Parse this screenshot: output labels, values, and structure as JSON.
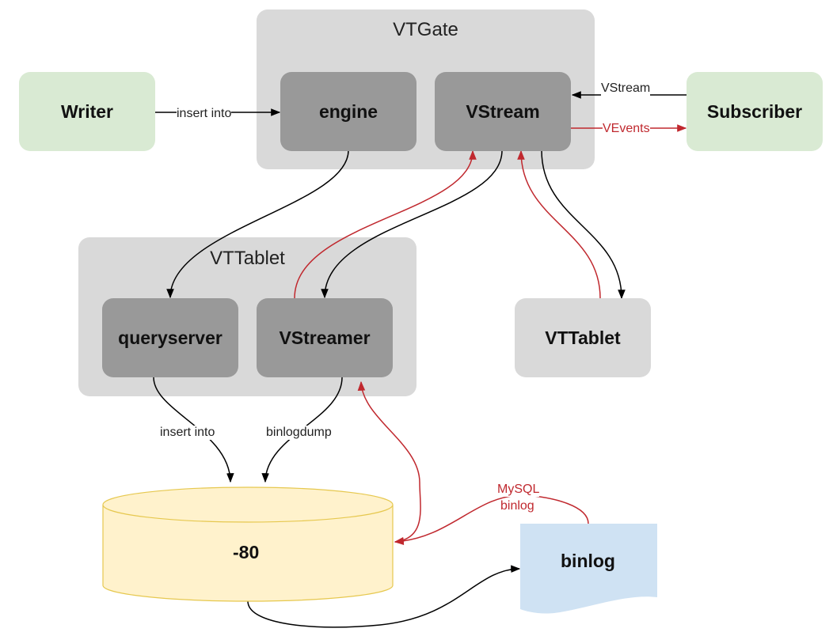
{
  "groups": {
    "vtgate": {
      "title": "VTGate"
    },
    "vttablet_group": {
      "title": "VTTablet"
    }
  },
  "nodes": {
    "writer": "Writer",
    "engine": "engine",
    "vstream": "VStream",
    "subscriber": "Subscriber",
    "queryserver": "queryserver",
    "vstreamer": "VStreamer",
    "vttablet_standalone": "VTTablet",
    "shard": "-80",
    "binlog": "binlog"
  },
  "edges": {
    "writer_to_engine": "insert into",
    "subscriber_to_vstream": "VStream",
    "vstream_to_subscriber": "VEvents",
    "queryserver_to_shard": "insert into",
    "vstreamer_to_shard": "binlogdump",
    "binlog_to_shard_line1": "MySQL",
    "binlog_to_shard_line2": "binlog"
  },
  "colors": {
    "group_bg": "#d9d9d9",
    "component_bg": "#999999",
    "client_bg": "#d9ead3",
    "database_fill": "#fff2cc",
    "database_stroke": "#e6c84f",
    "binlog_doc_fill": "#cfe2f3",
    "event_arrow": "#c0282e",
    "control_arrow": "#000000"
  }
}
